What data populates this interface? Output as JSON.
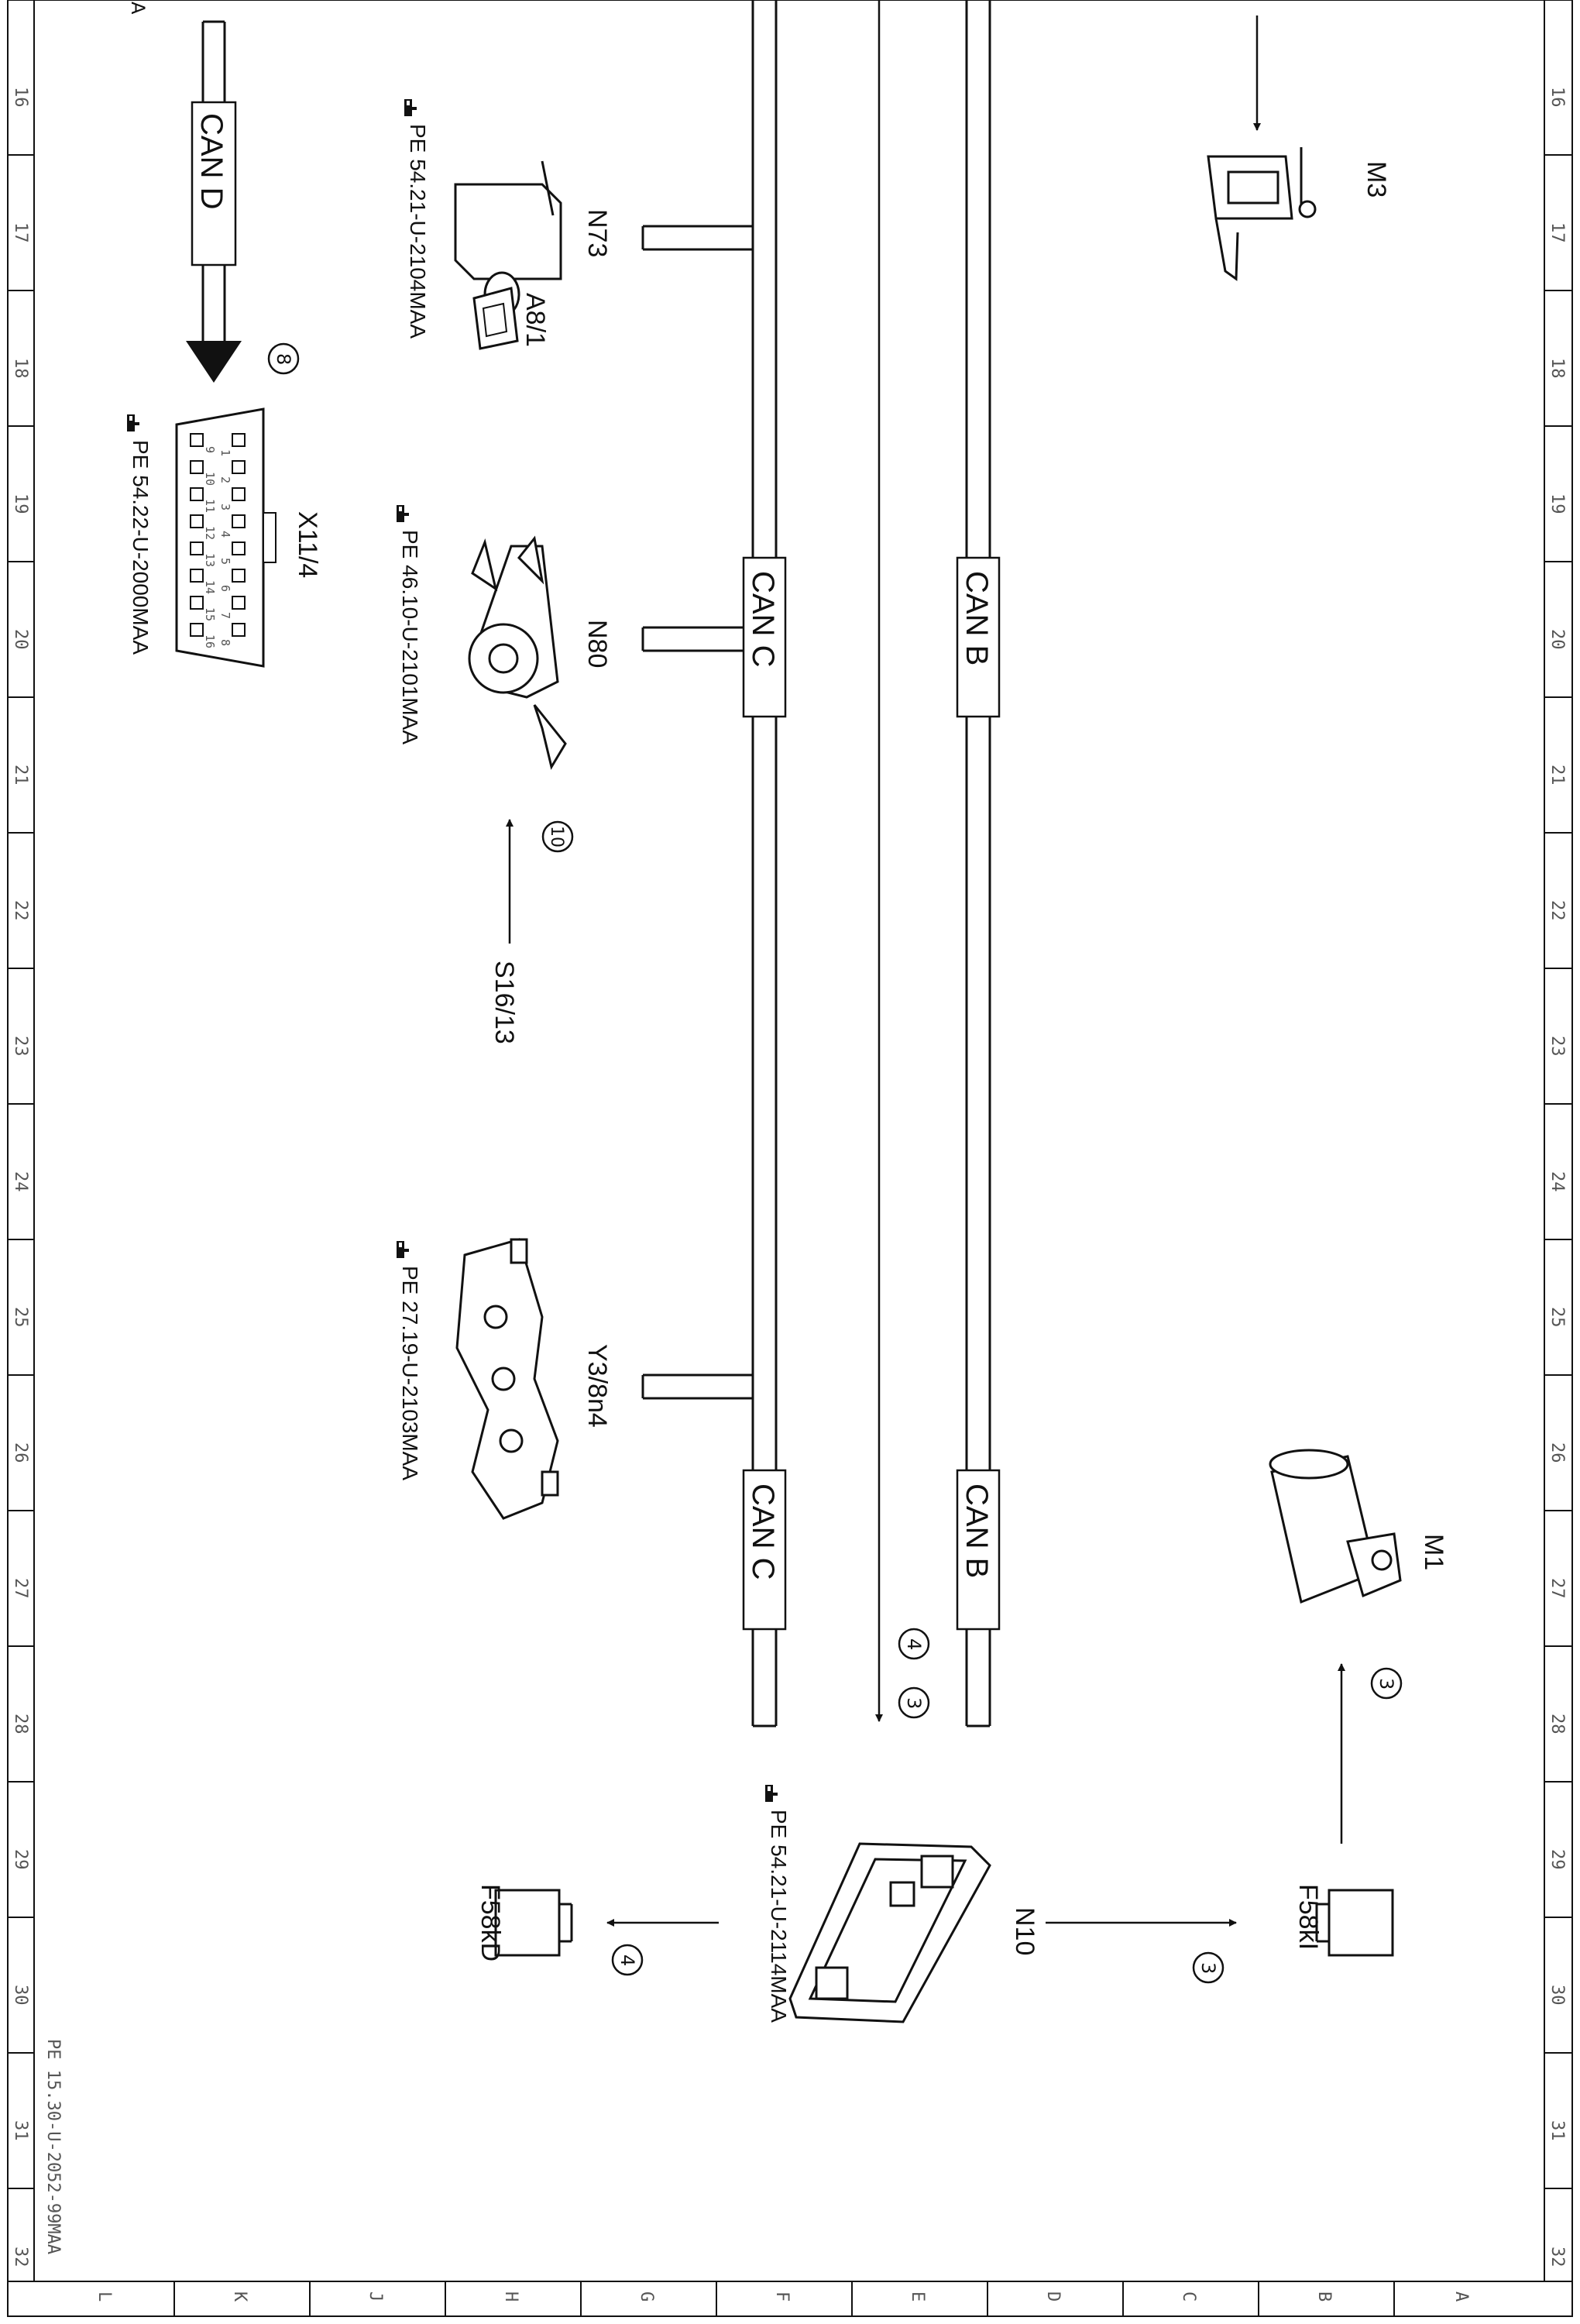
{
  "sheet": {
    "document_number": "PE 15.30-U-2052-99MAA",
    "row_numbers": [
      "16",
      "17",
      "18",
      "19",
      "20",
      "21",
      "22",
      "23",
      "24",
      "25",
      "26",
      "27",
      "28",
      "29",
      "30",
      "31",
      "32"
    ],
    "column_letters": [
      "L",
      "K",
      "J",
      "H",
      "G",
      "F",
      "E",
      "D",
      "C",
      "B",
      "A"
    ],
    "corner_letter": "A"
  },
  "buses": {
    "can_b": "CAN B",
    "can_c": "CAN C",
    "can_d": "CAN D"
  },
  "components": {
    "n73": {
      "code": "N73",
      "ref": "PE 54.21-U-2104MAA",
      "sub": "A8/1"
    },
    "n80": {
      "code": "N80",
      "ref": "PE 46.10-U-2101MAA"
    },
    "y3": {
      "code": "Y3/8n4",
      "ref": "PE 27.19-U-2103MAA"
    },
    "x11": {
      "code": "X11/4",
      "ref": "PE 54.22-U-2000MAA",
      "pins": [
        "1",
        "2",
        "3",
        "4",
        "5",
        "6",
        "7",
        "8",
        "9",
        "10",
        "11",
        "12",
        "13",
        "14",
        "15",
        "16"
      ]
    },
    "n10": {
      "code": "N10",
      "ref": "PE 54.21-U-2114MAA"
    },
    "m3": {
      "code": "M3"
    },
    "m1": {
      "code": "M1"
    },
    "f58kl": {
      "code": "F58kI"
    },
    "f58kd": {
      "code": "F58kD"
    },
    "s16": {
      "code": "S16/13"
    }
  },
  "callouts": {
    "c8": "8",
    "c10": "10",
    "c4a": "4",
    "c3a": "3",
    "c3b": "3",
    "c3c": "3",
    "c4b": "4"
  },
  "icons": {
    "reference": "pointing-hand-icon"
  }
}
